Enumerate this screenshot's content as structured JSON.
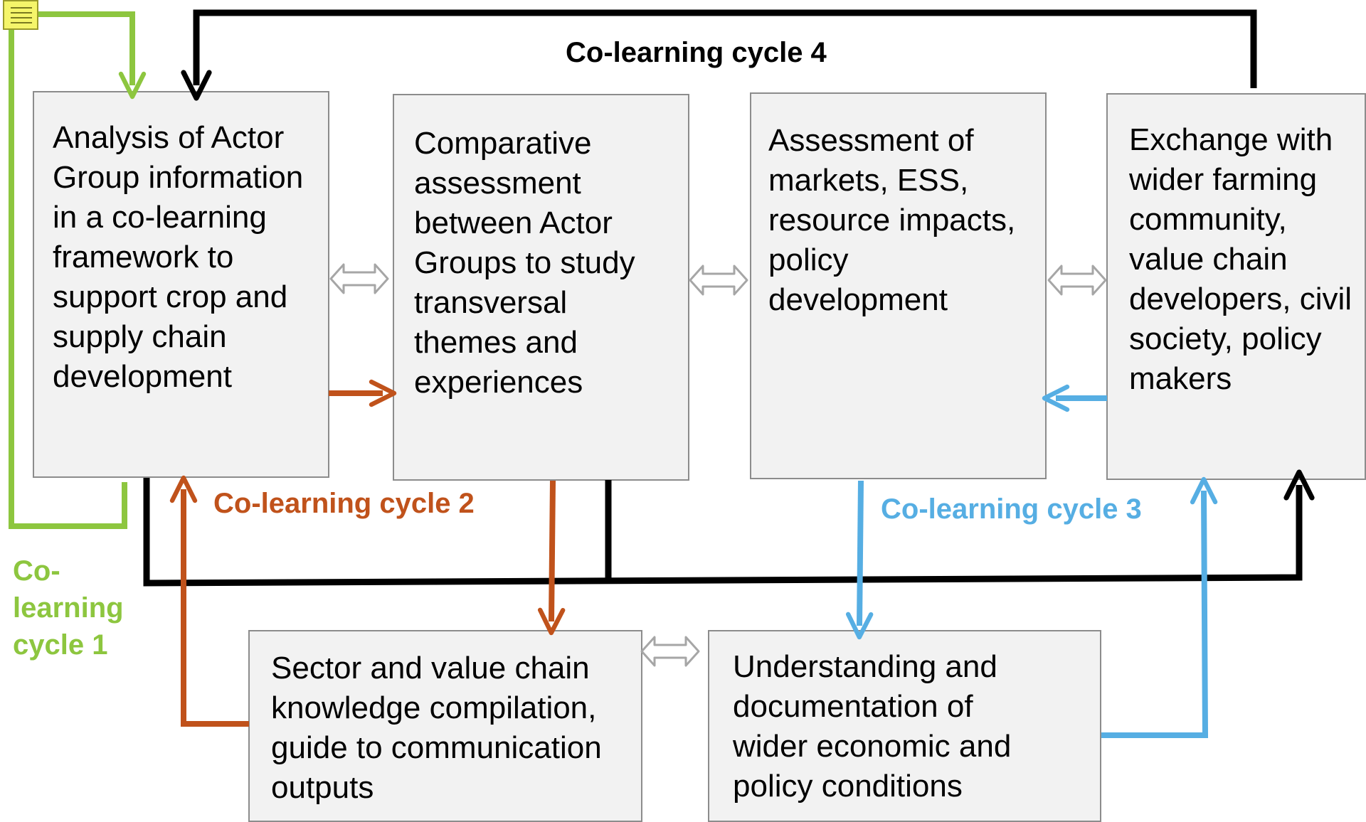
{
  "boxes": {
    "analysis": "Analysis of Actor\nGroup information\nin a co-learning\nframework to\nsupport crop and\nsupply chain\ndevelopment",
    "comparative": "Comparative\nassessment\nbetween Actor\nGroups to study\ntransversal\nthemes and\nexperiences",
    "assessment": "Assessment of\nmarkets, ESS,\nresource impacts,\npolicy\ndevelopment",
    "exchange": "Exchange with\nwider farming\ncommunity,\nvalue chain\ndevelopers, civil\nsociety, policy\nmakers",
    "sector": "Sector and value chain\nknowledge compilation,\nguide to communication\noutputs",
    "understanding": "Understanding and\ndocumentation of\nwider economic and\npolicy conditions"
  },
  "cycles": {
    "cycle1": "Co-\nlearning\ncycle 1",
    "cycle2": "Co-learning cycle 2",
    "cycle3": "Co-learning cycle 3",
    "cycle4": "Co-learning cycle 4"
  },
  "colors": {
    "cycle1": "#8dc63f",
    "cycle2": "#c0521b",
    "cycle3": "#56aee3",
    "cycle4": "#000000",
    "box_fill": "#f2f2f2",
    "box_border": "#8c8c8c"
  },
  "icons": {
    "note": "sticky-note-icon",
    "double_arrow": "double-headed-arrow-icon"
  }
}
